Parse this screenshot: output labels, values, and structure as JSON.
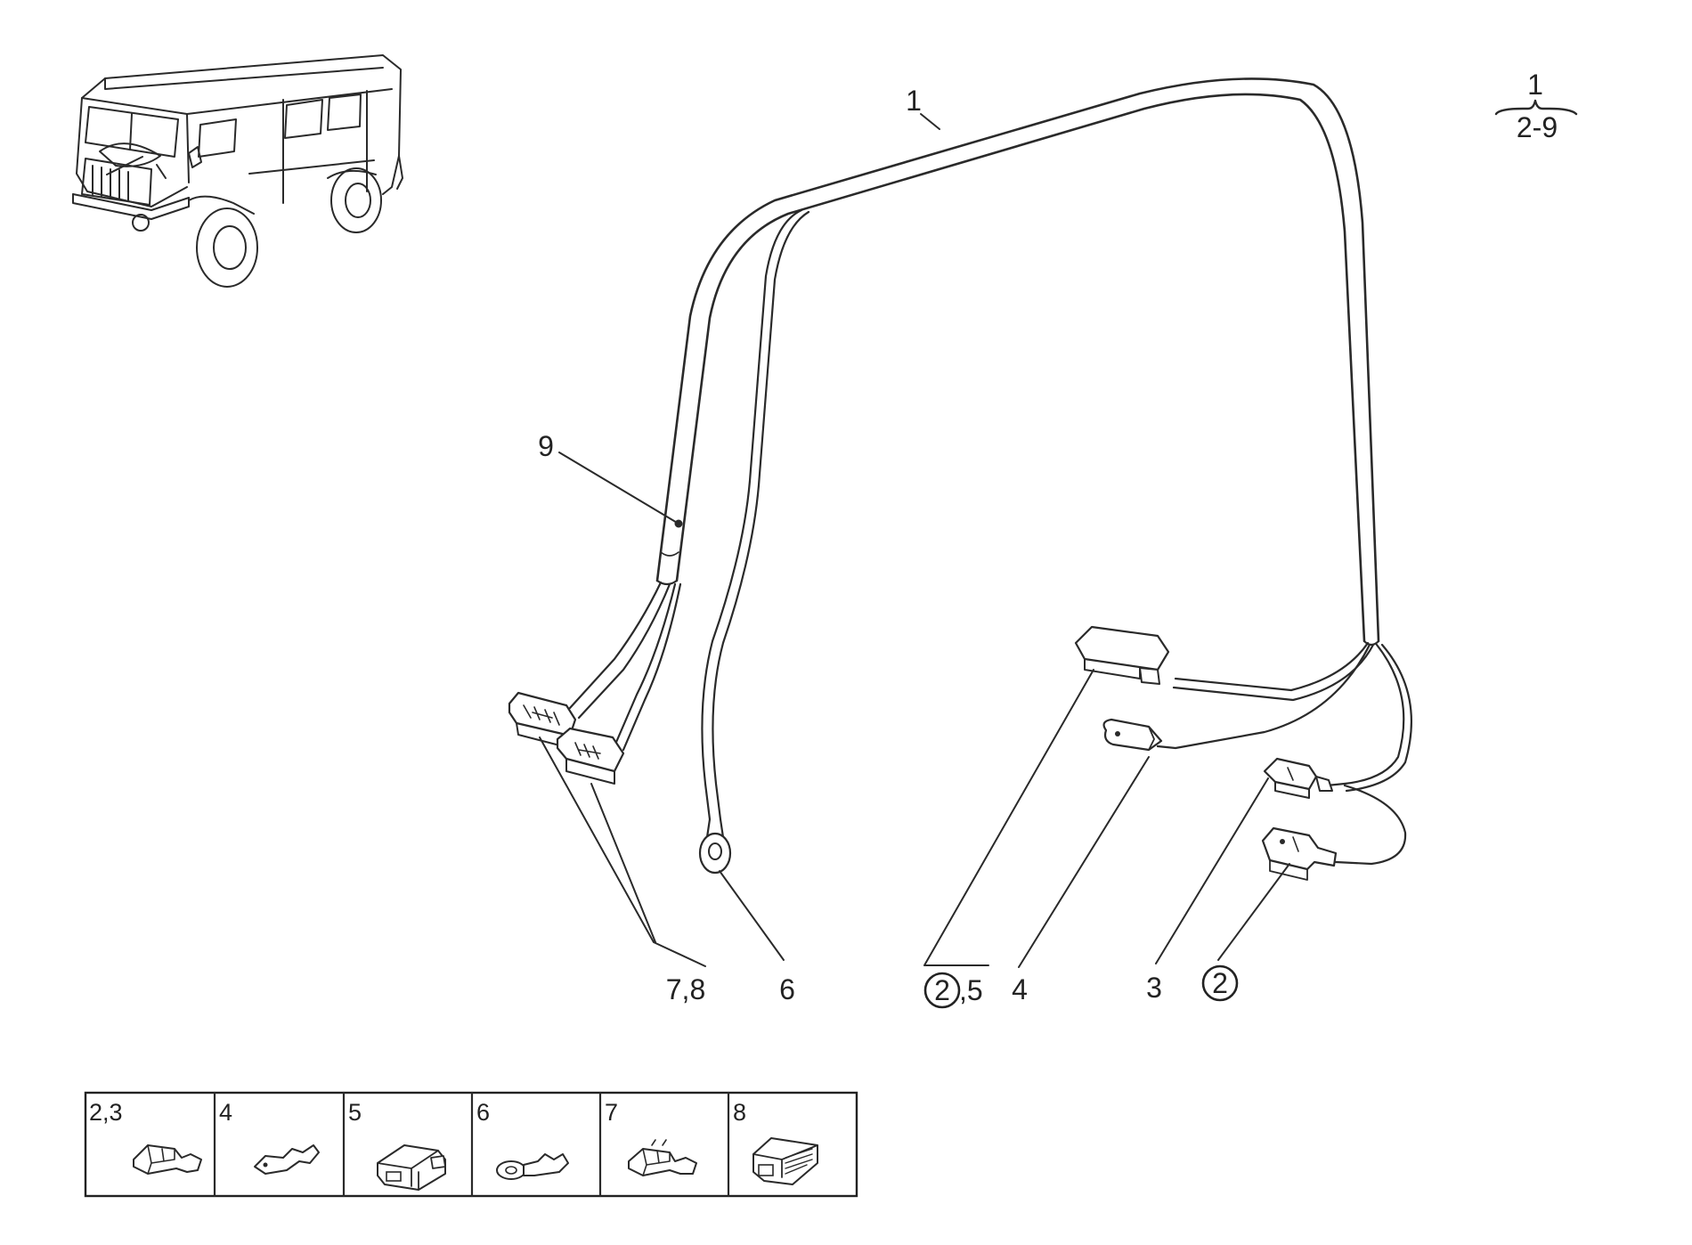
{
  "assembly": {
    "top": "1",
    "range": "2-9"
  },
  "callouts": {
    "c1": "1",
    "c9": "9",
    "c78": "7,8",
    "c6": "6",
    "c2a": "2",
    "c5": ",5",
    "c4": "4",
    "c3": "3",
    "c2b": "2"
  },
  "legend": {
    "cells": [
      {
        "label": "2,3",
        "icon": "flat-female-terminal-icon"
      },
      {
        "label": "4",
        "icon": "flat-male-terminal-icon"
      },
      {
        "label": "5",
        "icon": "connector-housing-icon"
      },
      {
        "label": "6",
        "icon": "ring-terminal-icon"
      },
      {
        "label": "7",
        "icon": "flat-female-terminal-icon"
      },
      {
        "label": "8",
        "icon": "angled-connector-housing-icon"
      }
    ]
  }
}
